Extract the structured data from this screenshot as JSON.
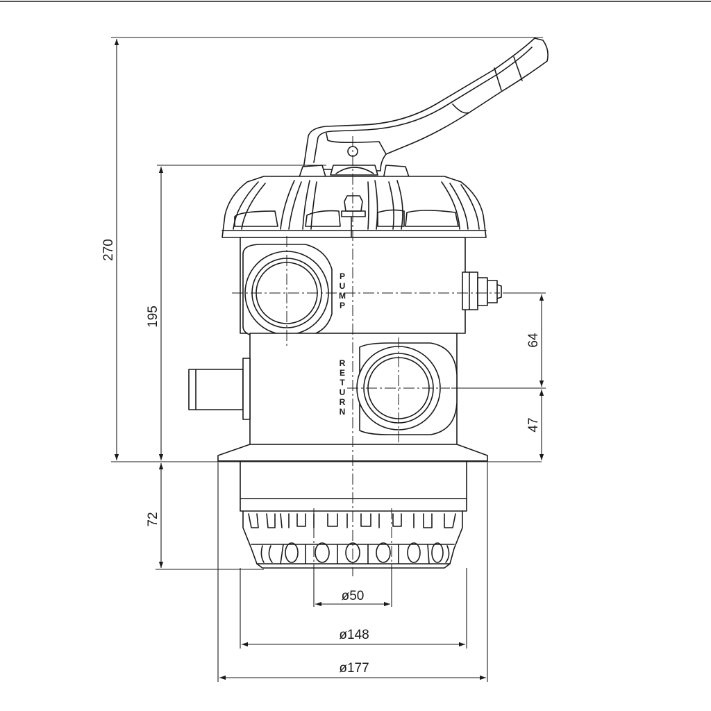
{
  "dimensions": {
    "total_height": "270",
    "body_height": "195",
    "pump_to_return": "64",
    "return_to_base": "47",
    "bottom_section": "72",
    "inner_pipe_dia": "ø50",
    "inner_body_dia": "ø148",
    "flange_dia": "ø177"
  },
  "port_labels": {
    "pump": [
      "P",
      "U",
      "M",
      "P"
    ],
    "return": [
      "R",
      "E",
      "T",
      "U",
      "R",
      "N"
    ]
  }
}
